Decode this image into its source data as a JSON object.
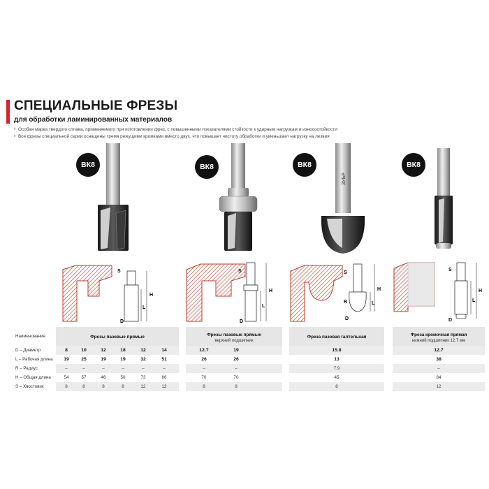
{
  "header": {
    "title": "СПЕЦИАЛЬНЫЕ ФРЕЗЫ",
    "subtitle": "для обработки ламинированных материалов",
    "bullets": [
      "Особая марка твердого сплава, применяемого при изготовлении фрез, с повышенными показателями стойкости к ударным нагрузкам и износостойкости",
      "Все фрезы специальной серии оснащены тремя режущими кромками вместо двух, что повышает чистоту обработки и уменьшает нагрузку на лезвия"
    ]
  },
  "bits": [
    {
      "badge": "ВК8",
      "brand": ""
    },
    {
      "badge": "ВК8",
      "brand": ""
    },
    {
      "badge": "ВК8",
      "brand": "ЗУБР"
    },
    {
      "badge": "ВК8",
      "brand": ""
    }
  ],
  "diagram_labels": {
    "s": "S",
    "h": "H",
    "l": "L",
    "d": "D",
    "r": "R"
  },
  "table": {
    "name_header": "Наименование",
    "groups": [
      {
        "title": "Фрезы пазовые прямые",
        "sub": ""
      },
      {
        "title": "Фрезы пазовые прямые",
        "sub": "верхний подшипник"
      },
      {
        "title": "Фреза пазовая галтельная",
        "sub": ""
      },
      {
        "title": "Фреза кромочная прямая",
        "sub": "нижний подшипник 12.7 мм"
      }
    ],
    "rows": [
      {
        "label": "D – Диаметр",
        "values": [
          "8",
          "10",
          "12",
          "18",
          "12",
          "14",
          "12.7",
          "19",
          "15.8",
          "12.7"
        ]
      },
      {
        "label": "L – Рабочая длина",
        "values": [
          "19",
          "25",
          "19",
          "19",
          "32",
          "51",
          "26",
          "26",
          "13",
          "38"
        ]
      },
      {
        "label": "R – Радиус",
        "values": [
          "–",
          "–",
          "–",
          "–",
          "–",
          "–",
          "–",
          "–",
          "7.9",
          "–"
        ]
      },
      {
        "label": "H – Общая длина",
        "values": [
          "54",
          "57",
          "46",
          "50",
          "73",
          "86",
          "70",
          "70",
          "45",
          "84"
        ]
      },
      {
        "label": "S – Хвостовик",
        "values": [
          "8",
          "8",
          "8",
          "8",
          "12",
          "12",
          "8",
          "8",
          "8",
          "12"
        ]
      }
    ]
  },
  "colors": {
    "accent": "#d4232a",
    "hatch": "#c0392b",
    "badge": "#111111"
  }
}
